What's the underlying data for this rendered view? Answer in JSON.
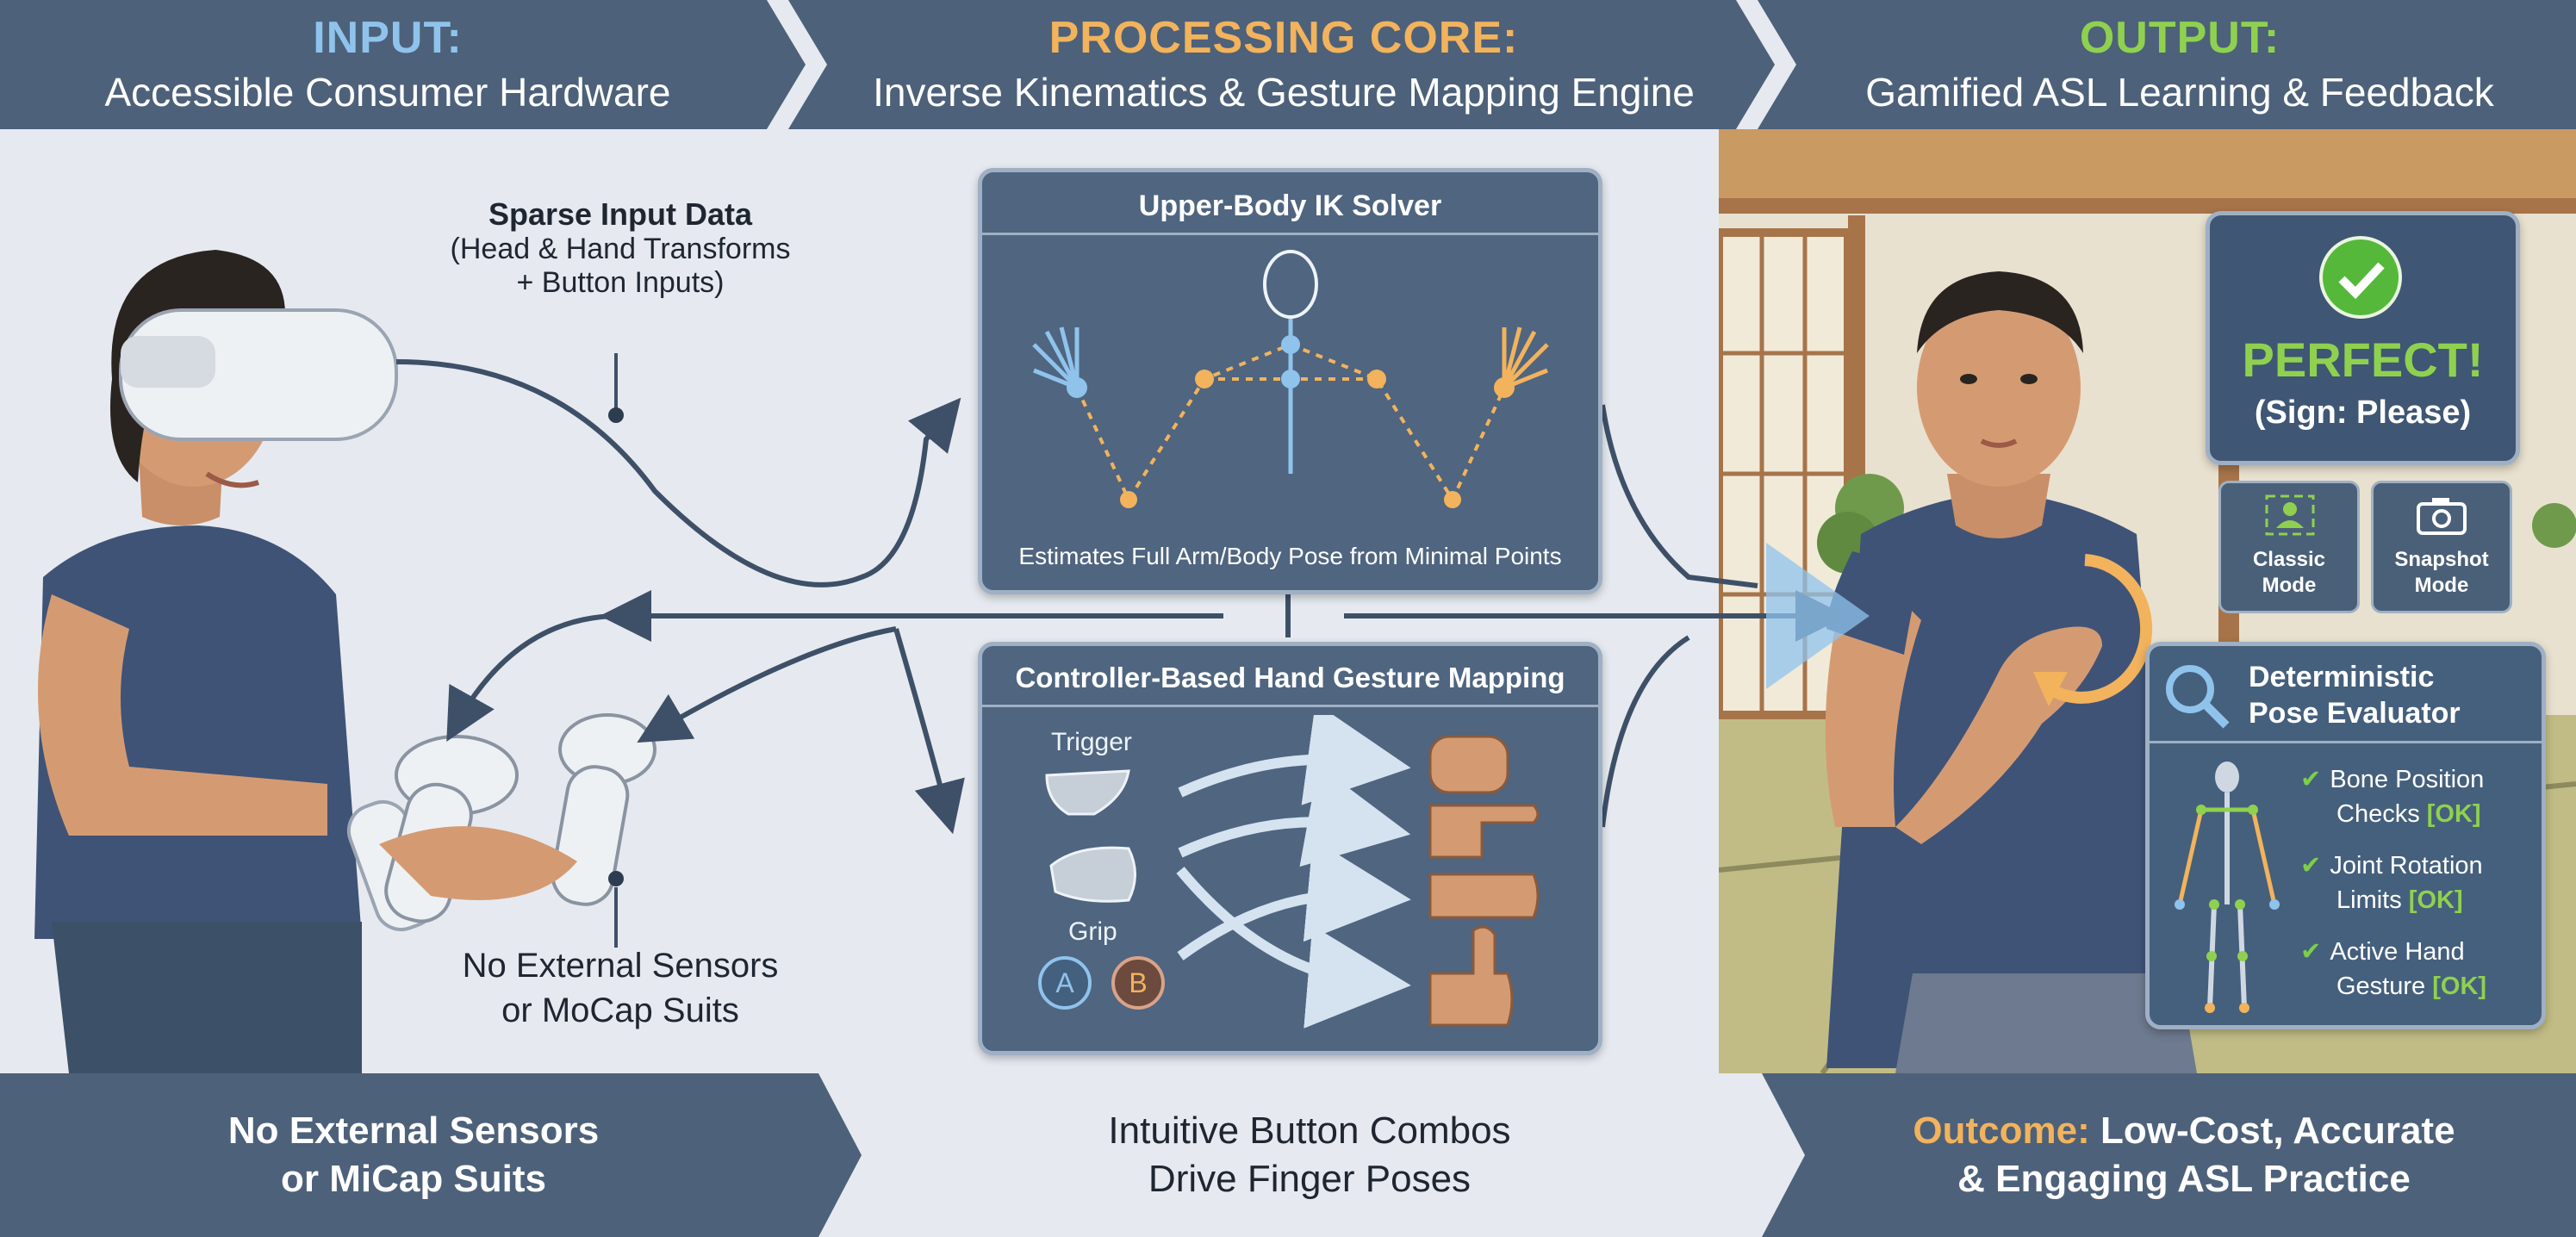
{
  "header": {
    "input": {
      "title": "INPUT:",
      "subtitle": "Accessible Consumer Hardware"
    },
    "processing": {
      "title": "PROCESSING CORE:",
      "subtitle": "Inverse Kinematics & Gesture Mapping Engine"
    },
    "output": {
      "title": "OUTPUT:",
      "subtitle": "Gamified ASL Learning & Feedback"
    }
  },
  "input_panel": {
    "sparse_title": "Sparse Input Data",
    "sparse_line1": "(Head & Hand Transforms",
    "sparse_line2": "+ Button Inputs)",
    "sensors_line1": "No External Sensors",
    "sensors_line2": "or MoCap Suits"
  },
  "ik_solver": {
    "title": "Upper-Body IK Solver",
    "caption": "Estimates Full Arm/Body Pose from Minimal Points"
  },
  "gesture_mapping": {
    "title": "Controller-Based Hand Gesture Mapping",
    "trigger_label": "Trigger",
    "grip_label": "Grip",
    "button_a": "A",
    "button_b": "B"
  },
  "feedback": {
    "result": "PERFECT!",
    "sign": "(Sign: Please)",
    "classic_mode_line1": "Classic",
    "classic_mode_line2": "Mode",
    "snapshot_mode_line1": "Snapshot",
    "snapshot_mode_line2": "Mode"
  },
  "evaluator": {
    "title_line1": "Deterministic",
    "title_line2": "Pose Evaluator",
    "checks": [
      {
        "line1": "Bone Position",
        "line2": "Checks",
        "status": "[OK]"
      },
      {
        "line1": "Joint Rotation",
        "line2": "Limits",
        "status": "[OK]"
      },
      {
        "line1": "Active Hand",
        "line2": "Gesture",
        "status": "[OK]"
      }
    ]
  },
  "footer": {
    "left_line1": "No External Sensors",
    "left_line2": "or MiCap Suits",
    "middle_line1": "Intuitive Button Combos",
    "middle_line2": "Drive Finger Poses",
    "right_prefix": "Outcome:",
    "right_line1": "Low-Cost, Accurate",
    "right_line2": "& Engaging ASL Practice"
  },
  "colors": {
    "banner": "#4d617a",
    "input_accent": "#8fc3ec",
    "processing_accent": "#f2b35c",
    "output_accent": "#8fd14f",
    "panel": "#4f6580",
    "footer_highlight": "#f2b35c"
  }
}
